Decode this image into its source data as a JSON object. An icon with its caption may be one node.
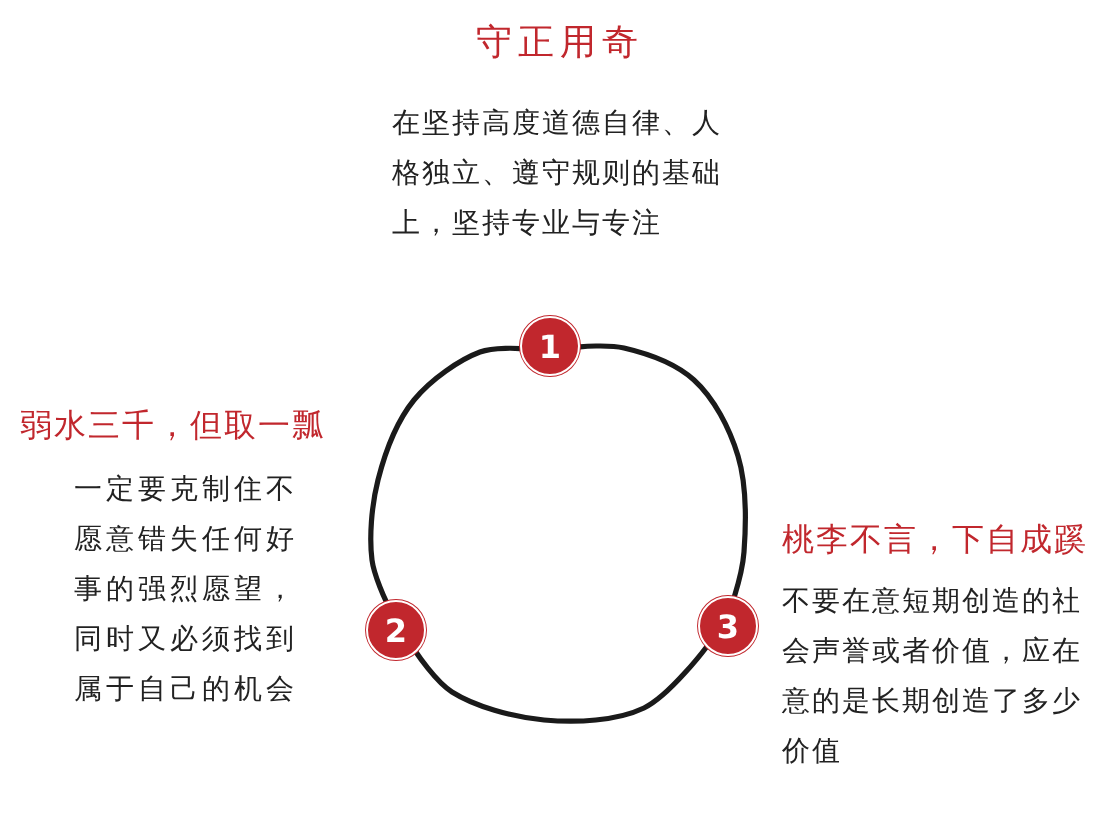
{
  "diagram": {
    "nodes": [
      {
        "text": [
          "1"
        ],
        "beside": [
          "守正用奇",
          "在坚持高度道德自律、人格独立、遵守规则的基础上，坚持专业与专注"
        ]
      },
      {
        "text": [
          "2"
        ],
        "beside": [
          "弱水三千，但取一瓢",
          "一定要克制住不愿意错失任何好事的强烈愿望，同时又必须找到属于自己的机会"
        ]
      },
      {
        "text": [
          "3"
        ],
        "beside": [
          "桃李不言，下自成蹊",
          "不要在意短期创造的社会声誉或者价值，应在意的是长期创造了多少价值"
        ]
      }
    ],
    "edges": [
      {
        "from": 0,
        "to": 1,
        "arrow": "none"
      },
      {
        "from": 1,
        "to": 2,
        "arrow": "none"
      },
      {
        "from": 2,
        "to": 0,
        "arrow": "none"
      }
    ]
  }
}
